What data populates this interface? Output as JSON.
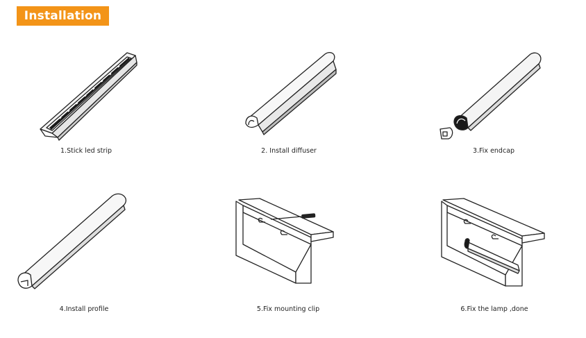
{
  "header": {
    "title": "Installation",
    "bg_color": "#f39418"
  },
  "steps": [
    {
      "caption": "1.Stick led strip"
    },
    {
      "caption": "2. Install diffuser"
    },
    {
      "caption": "3.Fix endcap"
    },
    {
      "caption": "4.Install profile"
    },
    {
      "caption": "5.Fix mounting clip"
    },
    {
      "caption": "6.Fix the lamp ,done"
    }
  ]
}
